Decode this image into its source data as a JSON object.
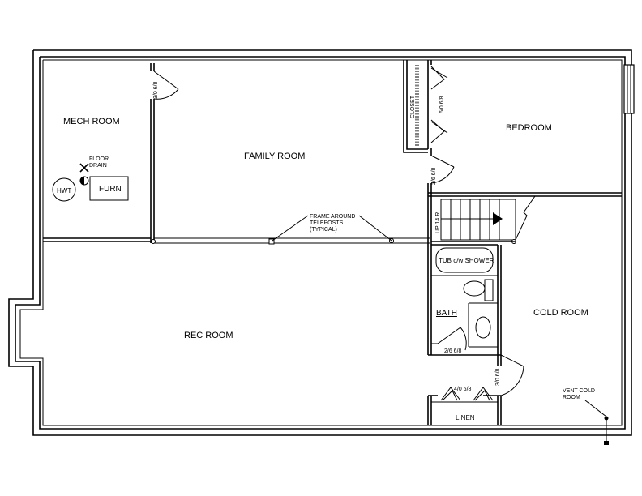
{
  "rooms": {
    "mech_room": "MECH ROOM",
    "family_room": "FAMILY ROOM",
    "bedroom": "BEDROOM",
    "rec_room": "REC ROOM",
    "cold_room": "COLD ROOM",
    "bath": "BATH",
    "linen": "LINEN",
    "closet": "CLOSET"
  },
  "fixtures": {
    "floor_drain_1": "FLOOR",
    "floor_drain_2": "DRAIN",
    "hwt": "HWT",
    "furn": "FURN",
    "tub": "TUB c/w SHOWER",
    "stairs": "UP 14 R",
    "vent_1": "VENT COLD",
    "vent_2": "ROOM"
  },
  "notes": {
    "teleposts_1": "FRAME AROUND",
    "teleposts_2": "TELEPOSTS",
    "teleposts_3": "(TYPICAL)"
  },
  "doors": {
    "mech": "3/0 6/8",
    "closet": "6/0 6/8",
    "bedroom": "2/6 6/8",
    "bath": "2/6 6/8",
    "linen": "4/0 6/8",
    "cold_room": "3/0 6/8"
  }
}
